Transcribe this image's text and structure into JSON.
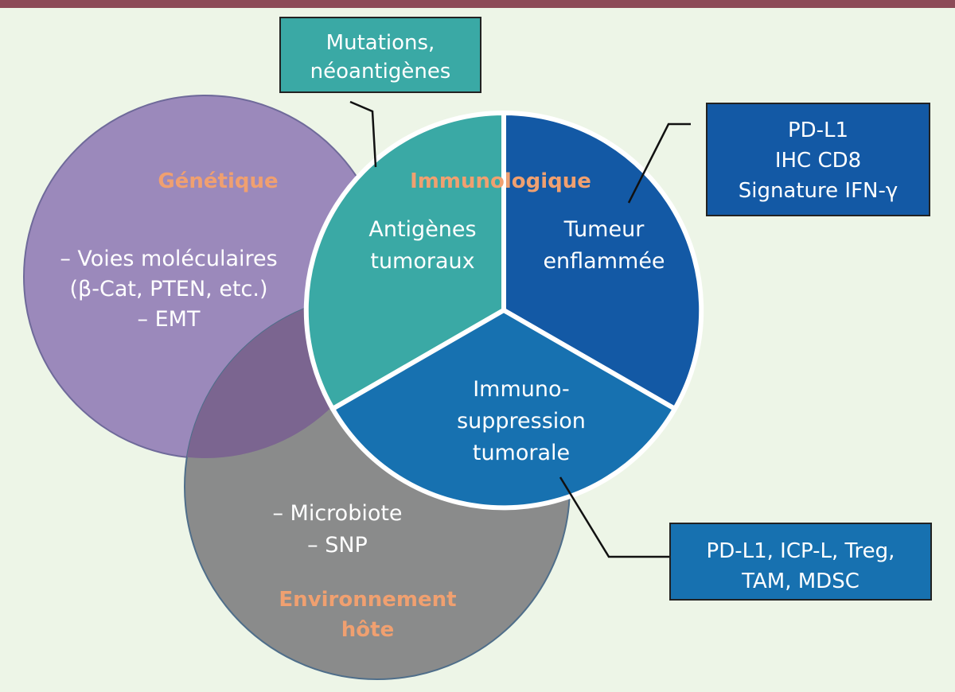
{
  "colors": {
    "background": "#edf5e7",
    "top_bar": "#8c4a57",
    "genetique_circle": "#9b89bb",
    "environnement_circle": "#8a8b8b",
    "overlap": "#7b6590",
    "segment_antigenes": "#3aa9a5",
    "segment_tumeur": "#1359a5",
    "segment_suppression": "#1771b0",
    "category_label": "#f0a070",
    "callout_teal": "#3aa9a5",
    "callout_blue": "#1359a5"
  },
  "callouts": {
    "mutations": [
      "Mutations,",
      "néoantigènes"
    ],
    "inflamed": [
      "PD-L1",
      "IHC CD8",
      "Signature IFN-γ"
    ],
    "suppression": [
      "PD-L1, ICP-L, Treg,",
      "TAM, MDSC"
    ]
  },
  "genetique": {
    "title": "Génétique",
    "lines": [
      "– Voies moléculaires",
      "(β-Cat, PTEN, etc.)",
      "– EMT"
    ]
  },
  "environnement": {
    "title_lines": [
      "Environnement",
      "hôte"
    ],
    "lines": [
      "– Microbiote",
      "– SNP"
    ]
  },
  "immunologique": {
    "title": "Immunologique",
    "segments": {
      "antigenes": [
        "Antigènes",
        "tumoraux"
      ],
      "tumeur": [
        "Tumeur",
        "enflammée"
      ],
      "suppression": [
        "Immuno-",
        "suppression",
        "tumorale"
      ]
    }
  }
}
